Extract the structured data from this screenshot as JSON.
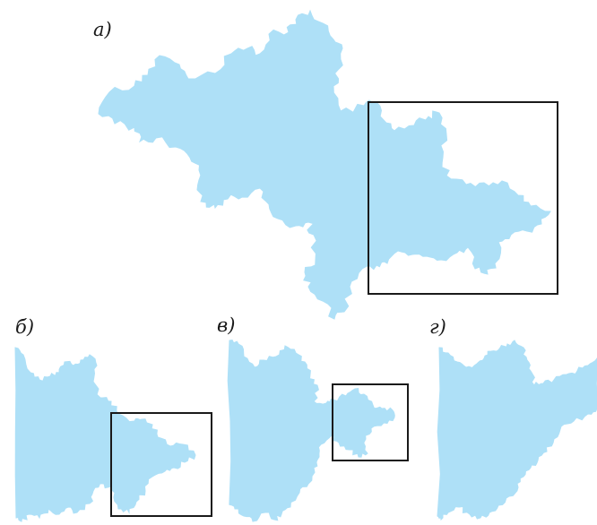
{
  "figure": {
    "fractal_color": "#aee0f7",
    "frame_color": "#1a1a1a",
    "background_color": "#ffffff",
    "panels": [
      {
        "id": "a",
        "label": "а)"
      },
      {
        "id": "b",
        "label": "б)"
      },
      {
        "id": "v",
        "label": "в)"
      },
      {
        "id": "g",
        "label": "г)"
      }
    ]
  }
}
